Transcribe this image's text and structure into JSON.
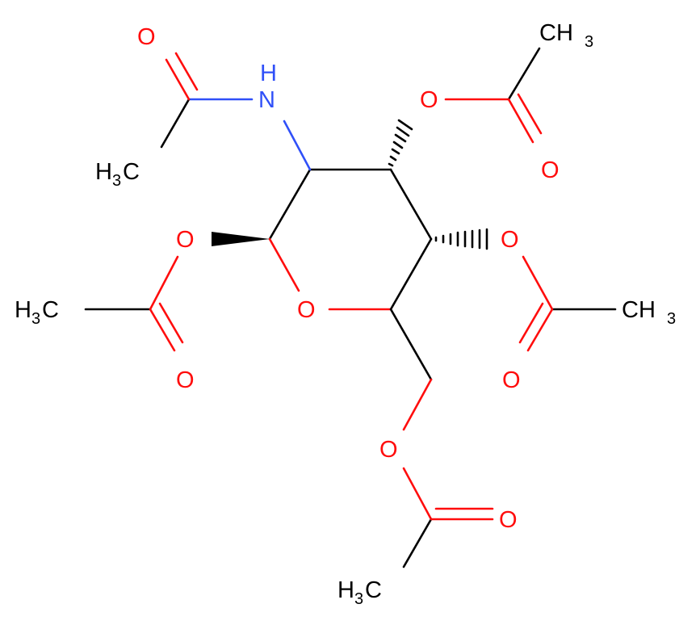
{
  "molecule": {
    "atoms": {
      "o_top_carbonyl_1": "O",
      "n_amide": "N",
      "h_amide": "H",
      "c_methyl_1": "CH",
      "c_methyl_1_sub": "3",
      "c_methyl_1_H": "H",
      "c_methyl_1_C": "C",
      "o_ester_3": "O",
      "c_methyl_3_C": "CH",
      "c_methyl_3_sub": "3",
      "o_carbonyl_3": "O",
      "o_ester_1": "O",
      "o_ring": "O",
      "o_ester_4": "O",
      "c_methyl_left_H": "H",
      "c_methyl_left_sub": "3",
      "c_methyl_left_C": "C",
      "o_carbonyl_1": "O",
      "c_methyl_4_C": "CH",
      "c_methyl_4_sub": "3",
      "o_carbonyl_4": "O",
      "o_ester_6": "O",
      "o_carbonyl_6": "O",
      "c_methyl_6_H": "H",
      "c_methyl_6_sub": "3",
      "c_methyl_6_C": "C"
    },
    "colors": {
      "oxygen": "#ff0d0d",
      "nitrogen": "#3050f8",
      "carbon": "#000000"
    }
  }
}
